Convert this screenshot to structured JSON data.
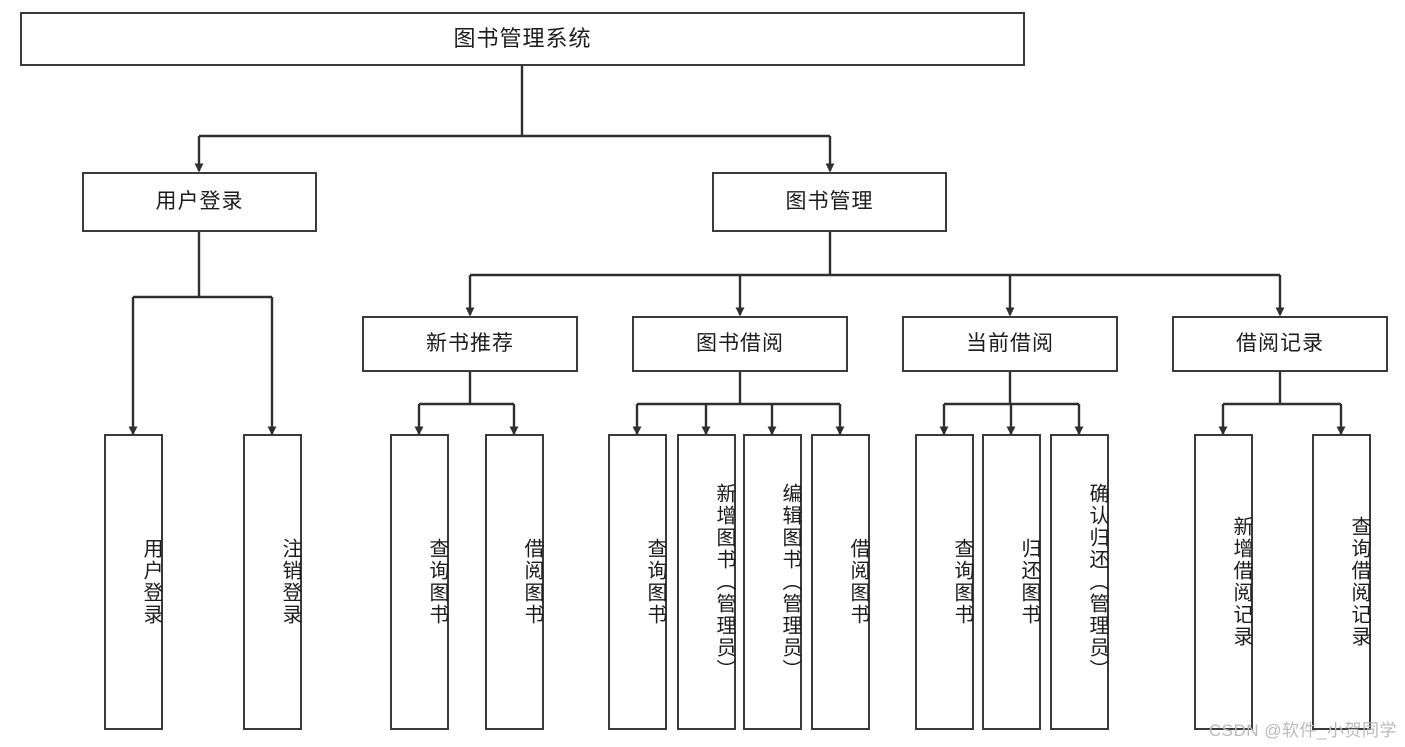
{
  "diagram": {
    "title": "图书管理系统",
    "type": "tree-hierarchy-chart",
    "colors": {
      "box_border": "#3a3a3a",
      "box_fill": "#ffffff",
      "edge": "#2f2f2f",
      "text": "#1c1c1c",
      "watermark": "#b9b9b9",
      "background": "#ffffff"
    },
    "watermark": "CSDN @软件_小贺同学"
  },
  "nodes": {
    "root": {
      "label": "图书管理系统"
    },
    "level2": [
      {
        "id": "user-login",
        "label": "用户登录"
      },
      {
        "id": "book-manage",
        "label": "图书管理"
      }
    ],
    "level3": [
      {
        "id": "new-book-recommend",
        "label": "新书推荐"
      },
      {
        "id": "book-borrow",
        "label": "图书借阅"
      },
      {
        "id": "current-borrow",
        "label": "当前借阅"
      },
      {
        "id": "borrow-record",
        "label": "借阅记录"
      }
    ],
    "leaves": {
      "user_login": [
        {
          "id": "leaf-user-login",
          "label": "用户登录"
        },
        {
          "id": "leaf-logout-login",
          "label": "注销登录"
        }
      ],
      "new_book_recommend": [
        {
          "id": "leaf-query-book-1",
          "label": "查询图书"
        },
        {
          "id": "leaf-borrow-book-1",
          "label": "借阅图书"
        }
      ],
      "book_borrow": [
        {
          "id": "leaf-query-book-2",
          "label": "查询图书"
        },
        {
          "id": "leaf-add-book",
          "label": "新增图书（管理员）"
        },
        {
          "id": "leaf-edit-book",
          "label": "编辑图书（管理员）"
        },
        {
          "id": "leaf-borrow-book-2",
          "label": "借阅图书"
        }
      ],
      "current_borrow": [
        {
          "id": "leaf-query-book-3",
          "label": "查询图书"
        },
        {
          "id": "leaf-return-book",
          "label": "归还图书"
        },
        {
          "id": "leaf-confirm-return",
          "label": "确认归还（管理员）"
        }
      ],
      "borrow_record": [
        {
          "id": "leaf-add-borrow-record",
          "label": "新增借阅记录"
        },
        {
          "id": "leaf-query-borrow-record",
          "label": "查询借阅记录"
        }
      ]
    }
  }
}
